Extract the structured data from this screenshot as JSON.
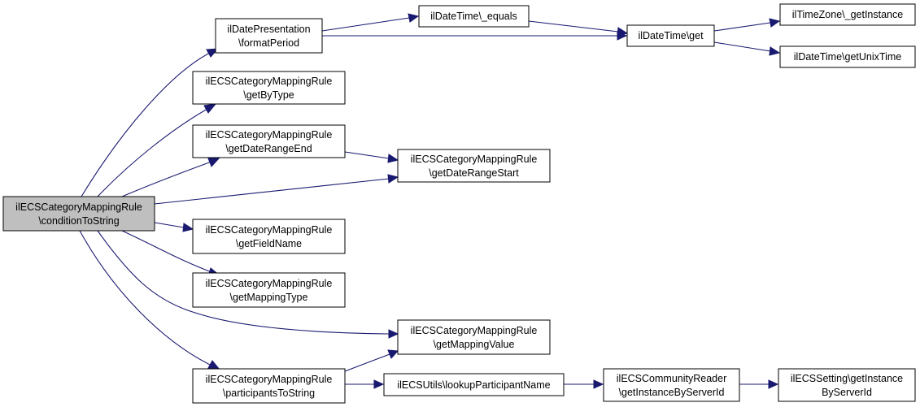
{
  "nodes": {
    "conditionToString": [
      "ilECSCategoryMappingRule",
      "\\conditionToString"
    ],
    "formatPeriod": [
      "ilDatePresentation",
      "\\formatPeriod"
    ],
    "getByType": [
      "ilECSCategoryMappingRule",
      "\\getByType"
    ],
    "getDateRangeEnd": [
      "ilECSCategoryMappingRule",
      "\\getDateRangeEnd"
    ],
    "getDateRangeStart": [
      "ilECSCategoryMappingRule",
      "\\getDateRangeStart"
    ],
    "getFieldName": [
      "ilECSCategoryMappingRule",
      "\\getFieldName"
    ],
    "getMappingType": [
      "ilECSCategoryMappingRule",
      "\\getMappingType"
    ],
    "getMappingValue": [
      "ilECSCategoryMappingRule",
      "\\getMappingValue"
    ],
    "participantsToString": [
      "ilECSCategoryMappingRule",
      "\\participantsToString"
    ],
    "equals": [
      "ilDateTime\\_equals"
    ],
    "get": [
      "ilDateTime\\get"
    ],
    "getInstanceTZ": [
      "ilTimeZone\\_getInstance"
    ],
    "getUnixTime": [
      "ilDateTime\\getUnixTime"
    ],
    "lookupParticipantName": [
      "ilECSUtils\\lookupParticipantName"
    ],
    "readerGetInstance": [
      "ilECSCommunityReader",
      "\\getInstanceByServerId"
    ],
    "settingGetInstance": [
      "ilECSSetting\\getInstance",
      "ByServerId"
    ]
  },
  "edges": [
    [
      "conditionToString",
      "formatPeriod"
    ],
    [
      "conditionToString",
      "getByType"
    ],
    [
      "conditionToString",
      "getDateRangeEnd"
    ],
    [
      "conditionToString",
      "getDateRangeStart"
    ],
    [
      "conditionToString",
      "getFieldName"
    ],
    [
      "conditionToString",
      "getMappingType"
    ],
    [
      "conditionToString",
      "getMappingValue"
    ],
    [
      "conditionToString",
      "participantsToString"
    ],
    [
      "formatPeriod",
      "equals"
    ],
    [
      "formatPeriod",
      "get"
    ],
    [
      "equals",
      "get"
    ],
    [
      "get",
      "getInstanceTZ"
    ],
    [
      "get",
      "getUnixTime"
    ],
    [
      "getDateRangeEnd",
      "getDateRangeStart"
    ],
    [
      "participantsToString",
      "getMappingValue"
    ],
    [
      "participantsToString",
      "lookupParticipantName"
    ],
    [
      "lookupParticipantName",
      "readerGetInstance"
    ],
    [
      "readerGetInstance",
      "settingGetInstance"
    ]
  ]
}
